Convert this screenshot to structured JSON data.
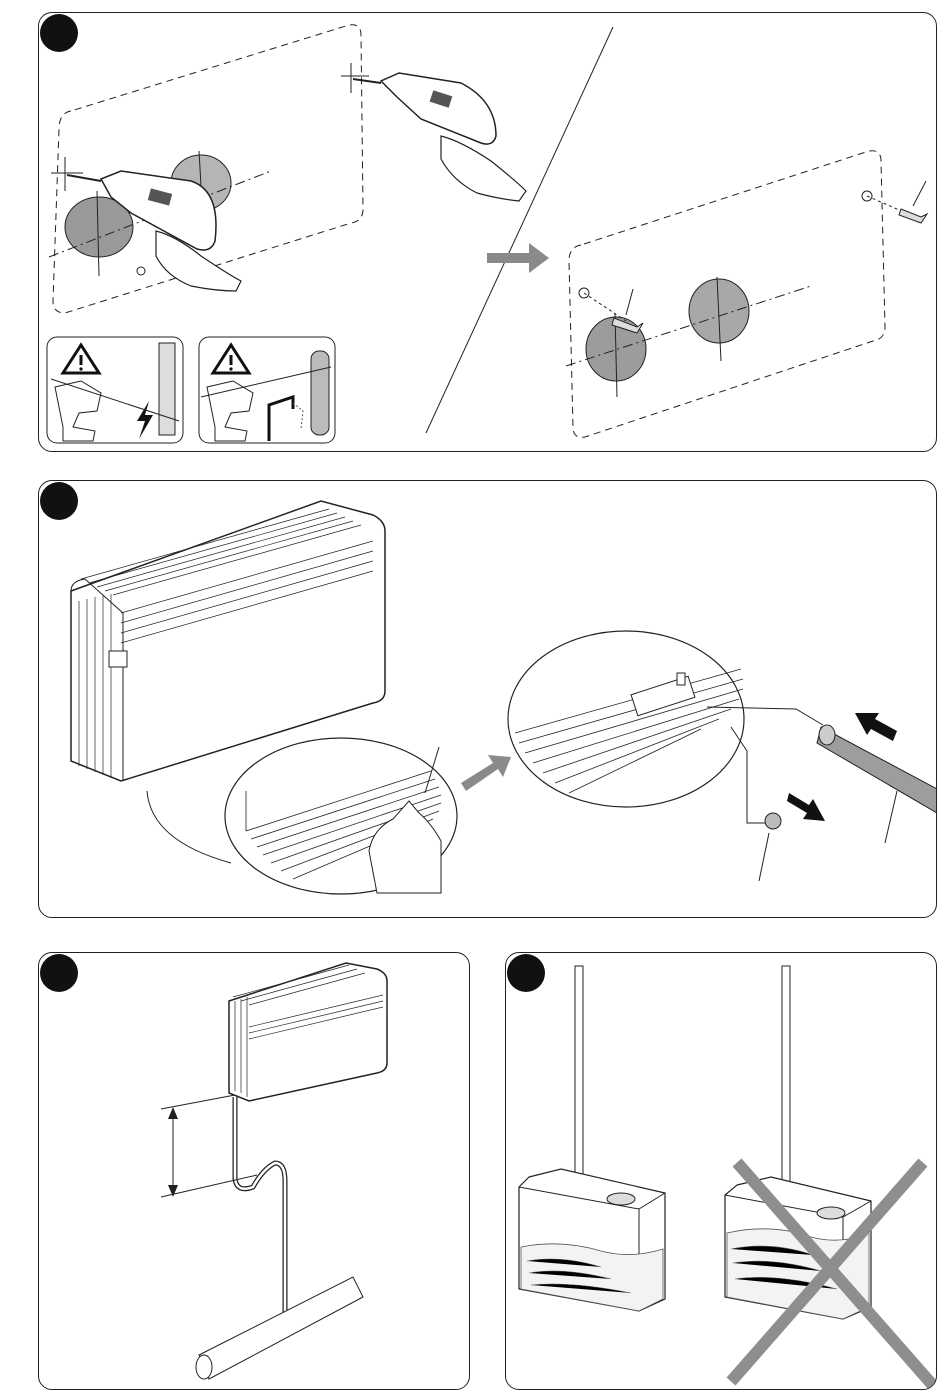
{
  "colors": {
    "ink": "#222222",
    "badge": "#111111",
    "paper": "#ffffff",
    "arrow_gray": "#8a8a8a",
    "cross_gray": "#8e8e8e"
  },
  "panels": [
    {
      "id": "drilling",
      "badge": "",
      "icons": [
        "drill-icon",
        "hand-icon",
        "warning-triangle-icon",
        "lightning-icon",
        "water-pipe-icon",
        "wall-plug-icon",
        "next-step-arrow-icon"
      ]
    },
    {
      "id": "drain-connection",
      "badge": "",
      "icons": [
        "air-conditioner-icon",
        "hand-icon",
        "drain-tube-icon",
        "drain-plug-icon",
        "insert-arrow-icon",
        "remove-arrow-icon"
      ]
    },
    {
      "id": "drain-slope",
      "badge": "",
      "icons": [
        "air-conditioner-icon",
        "siphon-tube-icon",
        "drain-pipe-icon",
        "dimension-arrow-icon"
      ]
    },
    {
      "id": "drain-container",
      "badge": "",
      "icons": [
        "container-correct-icon",
        "container-wrong-icon",
        "cross-icon"
      ]
    }
  ]
}
